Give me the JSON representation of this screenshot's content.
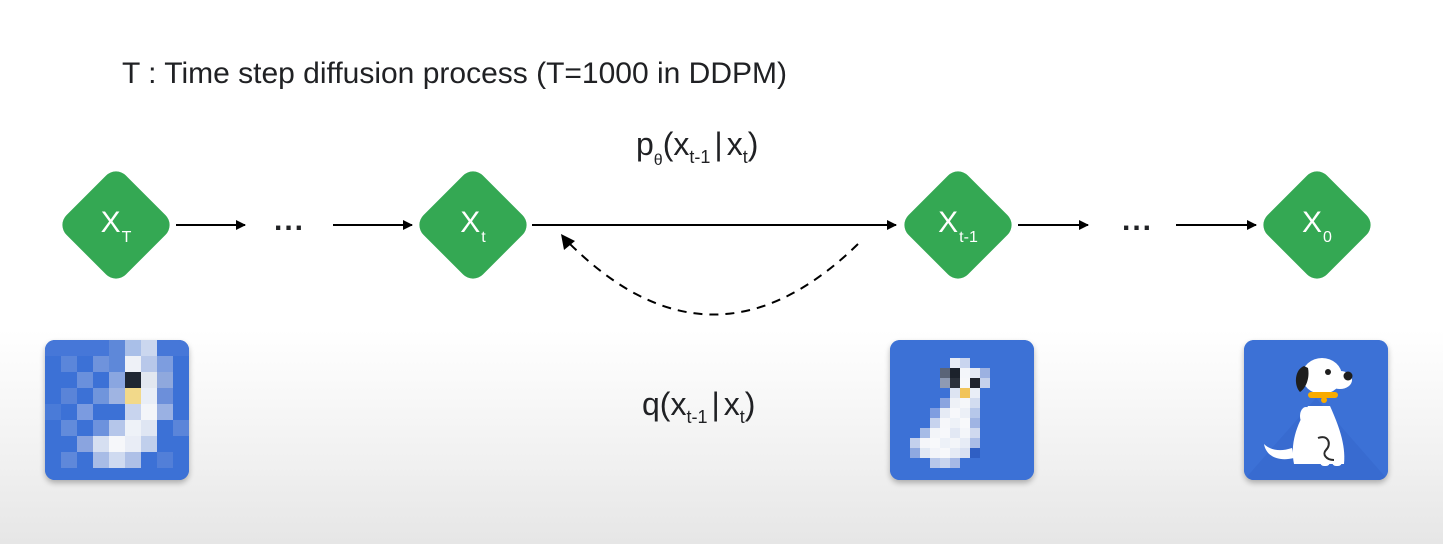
{
  "title": "T : Time step diffusion process (T=1000 in DDPM)",
  "formula_top": {
    "func": "p",
    "param": "θ",
    "open": "(x",
    "sub1": "t-1",
    "bar": "|",
    "var2": "x",
    "sub2": "t",
    "close": ")"
  },
  "formula_bottom": {
    "func": "q",
    "open": "(x",
    "sub1": "t-1",
    "bar": "|",
    "var2": "x",
    "sub2": "t",
    "close": ")"
  },
  "nodes": [
    {
      "main": "X",
      "sub": "T"
    },
    {
      "main": "X",
      "sub": "t"
    },
    {
      "main": "X",
      "sub": "t-1"
    },
    {
      "main": "X",
      "sub": "0"
    }
  ],
  "ellipsis": "...",
  "colors": {
    "node": "#34a853",
    "thumb_bg": "#3c71d6",
    "collar": "#f9ab00",
    "arrow": "#000000"
  },
  "images": [
    {
      "name": "pixelated-noisy-dog",
      "state": "very noisy"
    },
    {
      "name": "slightly-pixelated-dog",
      "state": "partially denoised"
    },
    {
      "name": "clean-dog-illustration",
      "state": "clean"
    }
  ]
}
